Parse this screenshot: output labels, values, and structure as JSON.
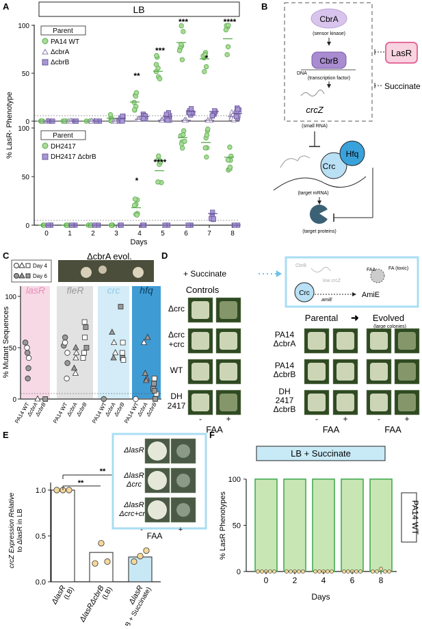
{
  "panel_letters": {
    "A": "A",
    "B": "B",
    "C": "C",
    "D": "D",
    "E": "E",
    "F": "F"
  },
  "panelA": {
    "header": "LB",
    "ylabel": "% LasR- Phenotype",
    "xlabel": "Days",
    "yticks": [
      "0",
      "50",
      "100"
    ],
    "xticks": [
      "0",
      "1",
      "2",
      "3",
      "4",
      "5",
      "6",
      "7",
      "8"
    ],
    "legend_top": {
      "title": "Parent",
      "items": [
        "PA14 WT",
        "ΔcbrA",
        "ΔcbrB"
      ]
    },
    "legend_bottom": {
      "title": "Parent",
      "items": [
        "DH2417",
        "DH2417 ΔcbrB"
      ]
    },
    "stars_top": [
      "**",
      "***",
      "***",
      "*",
      "****"
    ],
    "stars_bottom": [
      "*",
      "****"
    ]
  },
  "panelB": {
    "cbra": "CbrA",
    "cbra_sub": "(sensor kinase)",
    "cbrb": "CbrB",
    "dna": "DNA",
    "cbrb_sub": "(transcription factor)",
    "crcz": "crcZ",
    "crcz_sub": "(small RNA)",
    "lasr": "LasR",
    "succinate": "Succinate",
    "crc": "Crc",
    "hfq": "Hfq",
    "target_mrna": "(target mRNA)",
    "target_proteins": "(target proteins)"
  },
  "panelC": {
    "title": "ΔcbrA evol.",
    "legend": [
      "Day 4",
      "Day 6"
    ],
    "genes": [
      "lasR",
      "fleR",
      "crc",
      "hfq"
    ],
    "ylabel": "% Mutant Sequences",
    "yticks": [
      "0",
      "50",
      "100"
    ],
    "xlabels": [
      "PA14 WT",
      "ΔcbrA",
      "ΔcbrB"
    ]
  },
  "panelD": {
    "succinate": "+ Succinate",
    "controls": "Controls",
    "parental": "Parental",
    "evolved": "Evolved",
    "evolved_sub": "(large colonies)",
    "row_labels_left": [
      "Δcrc",
      "Δcrc\n+crc",
      "WT",
      "DH\n2417"
    ],
    "row_labels_right": [
      "PA14\nΔcbrA",
      "PA14\nΔcbrB",
      "DH\n2417\nΔcbrB"
    ],
    "faa": "FAA",
    "minus": "-",
    "plus": "+",
    "inset": {
      "cbrb": "CbrB",
      "low_crcz": "low crcZ",
      "crc": "Crc",
      "amie_label": "amiE",
      "amie": "AmiE",
      "faa": "FAA",
      "fa_toxic": "FA (toxic)"
    }
  },
  "panelE": {
    "ylabel_line1": "crcZ Expression Relative",
    "ylabel_line2": "to ΔlasR in LB",
    "yticks": [
      "0.0",
      "0.5",
      "1.0"
    ],
    "bars": [
      {
        "label": "ΔlasR",
        "sub": "(LB)",
        "value": 1.0,
        "points": [
          1.0,
          1.0,
          1.0
        ]
      },
      {
        "label": "ΔlasRΔcbrB",
        "sub": "(LB)",
        "value": 0.32,
        "points": [
          0.2,
          0.42,
          0.22
        ]
      },
      {
        "label": "ΔlasR",
        "sub": "(LB + Succinate)",
        "value": 0.27,
        "points": [
          0.22,
          0.28,
          0.34
        ]
      }
    ],
    "sig": [
      "**",
      "**"
    ],
    "inset_rows": [
      "ΔlasR",
      "ΔlasR\nΔcrc",
      "ΔlasR\nΔcrc+crc"
    ],
    "faa": "FAA",
    "minus": "-",
    "plus": "+",
    "colors": {
      "bar1": "#ffffff",
      "bar2": "#ffffff",
      "bar3": "#c8e8f5",
      "point": "#f5d89a"
    }
  },
  "panelF": {
    "header": "LB + Succinate",
    "ylabel": "% LasR Phenotypes",
    "xlabel": "Days",
    "side_label": "PA14 WT",
    "yticks": [
      "0",
      "50",
      "100"
    ],
    "categories": [
      "0",
      "2",
      "4",
      "6",
      "8"
    ]
  },
  "chart_data": [
    {
      "type": "scatter",
      "title": "LB",
      "xlabel": "Days",
      "ylabel": "% LasR- Phenotype",
      "ylim": [
        0,
        100
      ],
      "series": [
        {
          "name": "PA14 WT",
          "x": [
            0,
            1,
            2,
            3,
            4,
            5,
            6,
            7,
            8
          ],
          "y": [
            0,
            0,
            0,
            3,
            20,
            52,
            82,
            65,
            86
          ]
        },
        {
          "name": "ΔcbrA",
          "x": [
            0,
            1,
            2,
            3,
            4,
            5,
            6,
            7,
            8
          ],
          "y": [
            0,
            0,
            0,
            0,
            2,
            1,
            1,
            1,
            5
          ]
        },
        {
          "name": "ΔcbrB",
          "x": [
            0,
            1,
            2,
            3,
            4,
            5,
            6,
            7,
            8
          ],
          "y": [
            0,
            0,
            0,
            3,
            5,
            5,
            10,
            10,
            8
          ]
        }
      ]
    },
    {
      "type": "scatter",
      "xlabel": "Days",
      "ylabel": "% LasR- Phenotype",
      "ylim": [
        0,
        100
      ],
      "series": [
        {
          "name": "DH2417",
          "x": [
            0,
            1,
            2,
            3,
            4,
            5,
            6,
            7,
            8
          ],
          "y": [
            0,
            0,
            0,
            0,
            18,
            56,
            90,
            85,
            70
          ]
        },
        {
          "name": "DH2417 ΔcbrB",
          "x": [
            0,
            1,
            2,
            3,
            4,
            5,
            6,
            7,
            8
          ],
          "y": [
            0,
            0,
            0,
            0,
            0,
            0,
            0,
            12,
            0
          ]
        }
      ]
    },
    {
      "type": "bar",
      "title": "LB + Succinate",
      "categories": [
        "0",
        "2",
        "4",
        "6",
        "8"
      ],
      "values": [
        100,
        100,
        100,
        100,
        100
      ],
      "xlabel": "Days",
      "ylabel": "% LasR Phenotypes",
      "ylim": [
        0,
        100
      ]
    }
  ]
}
